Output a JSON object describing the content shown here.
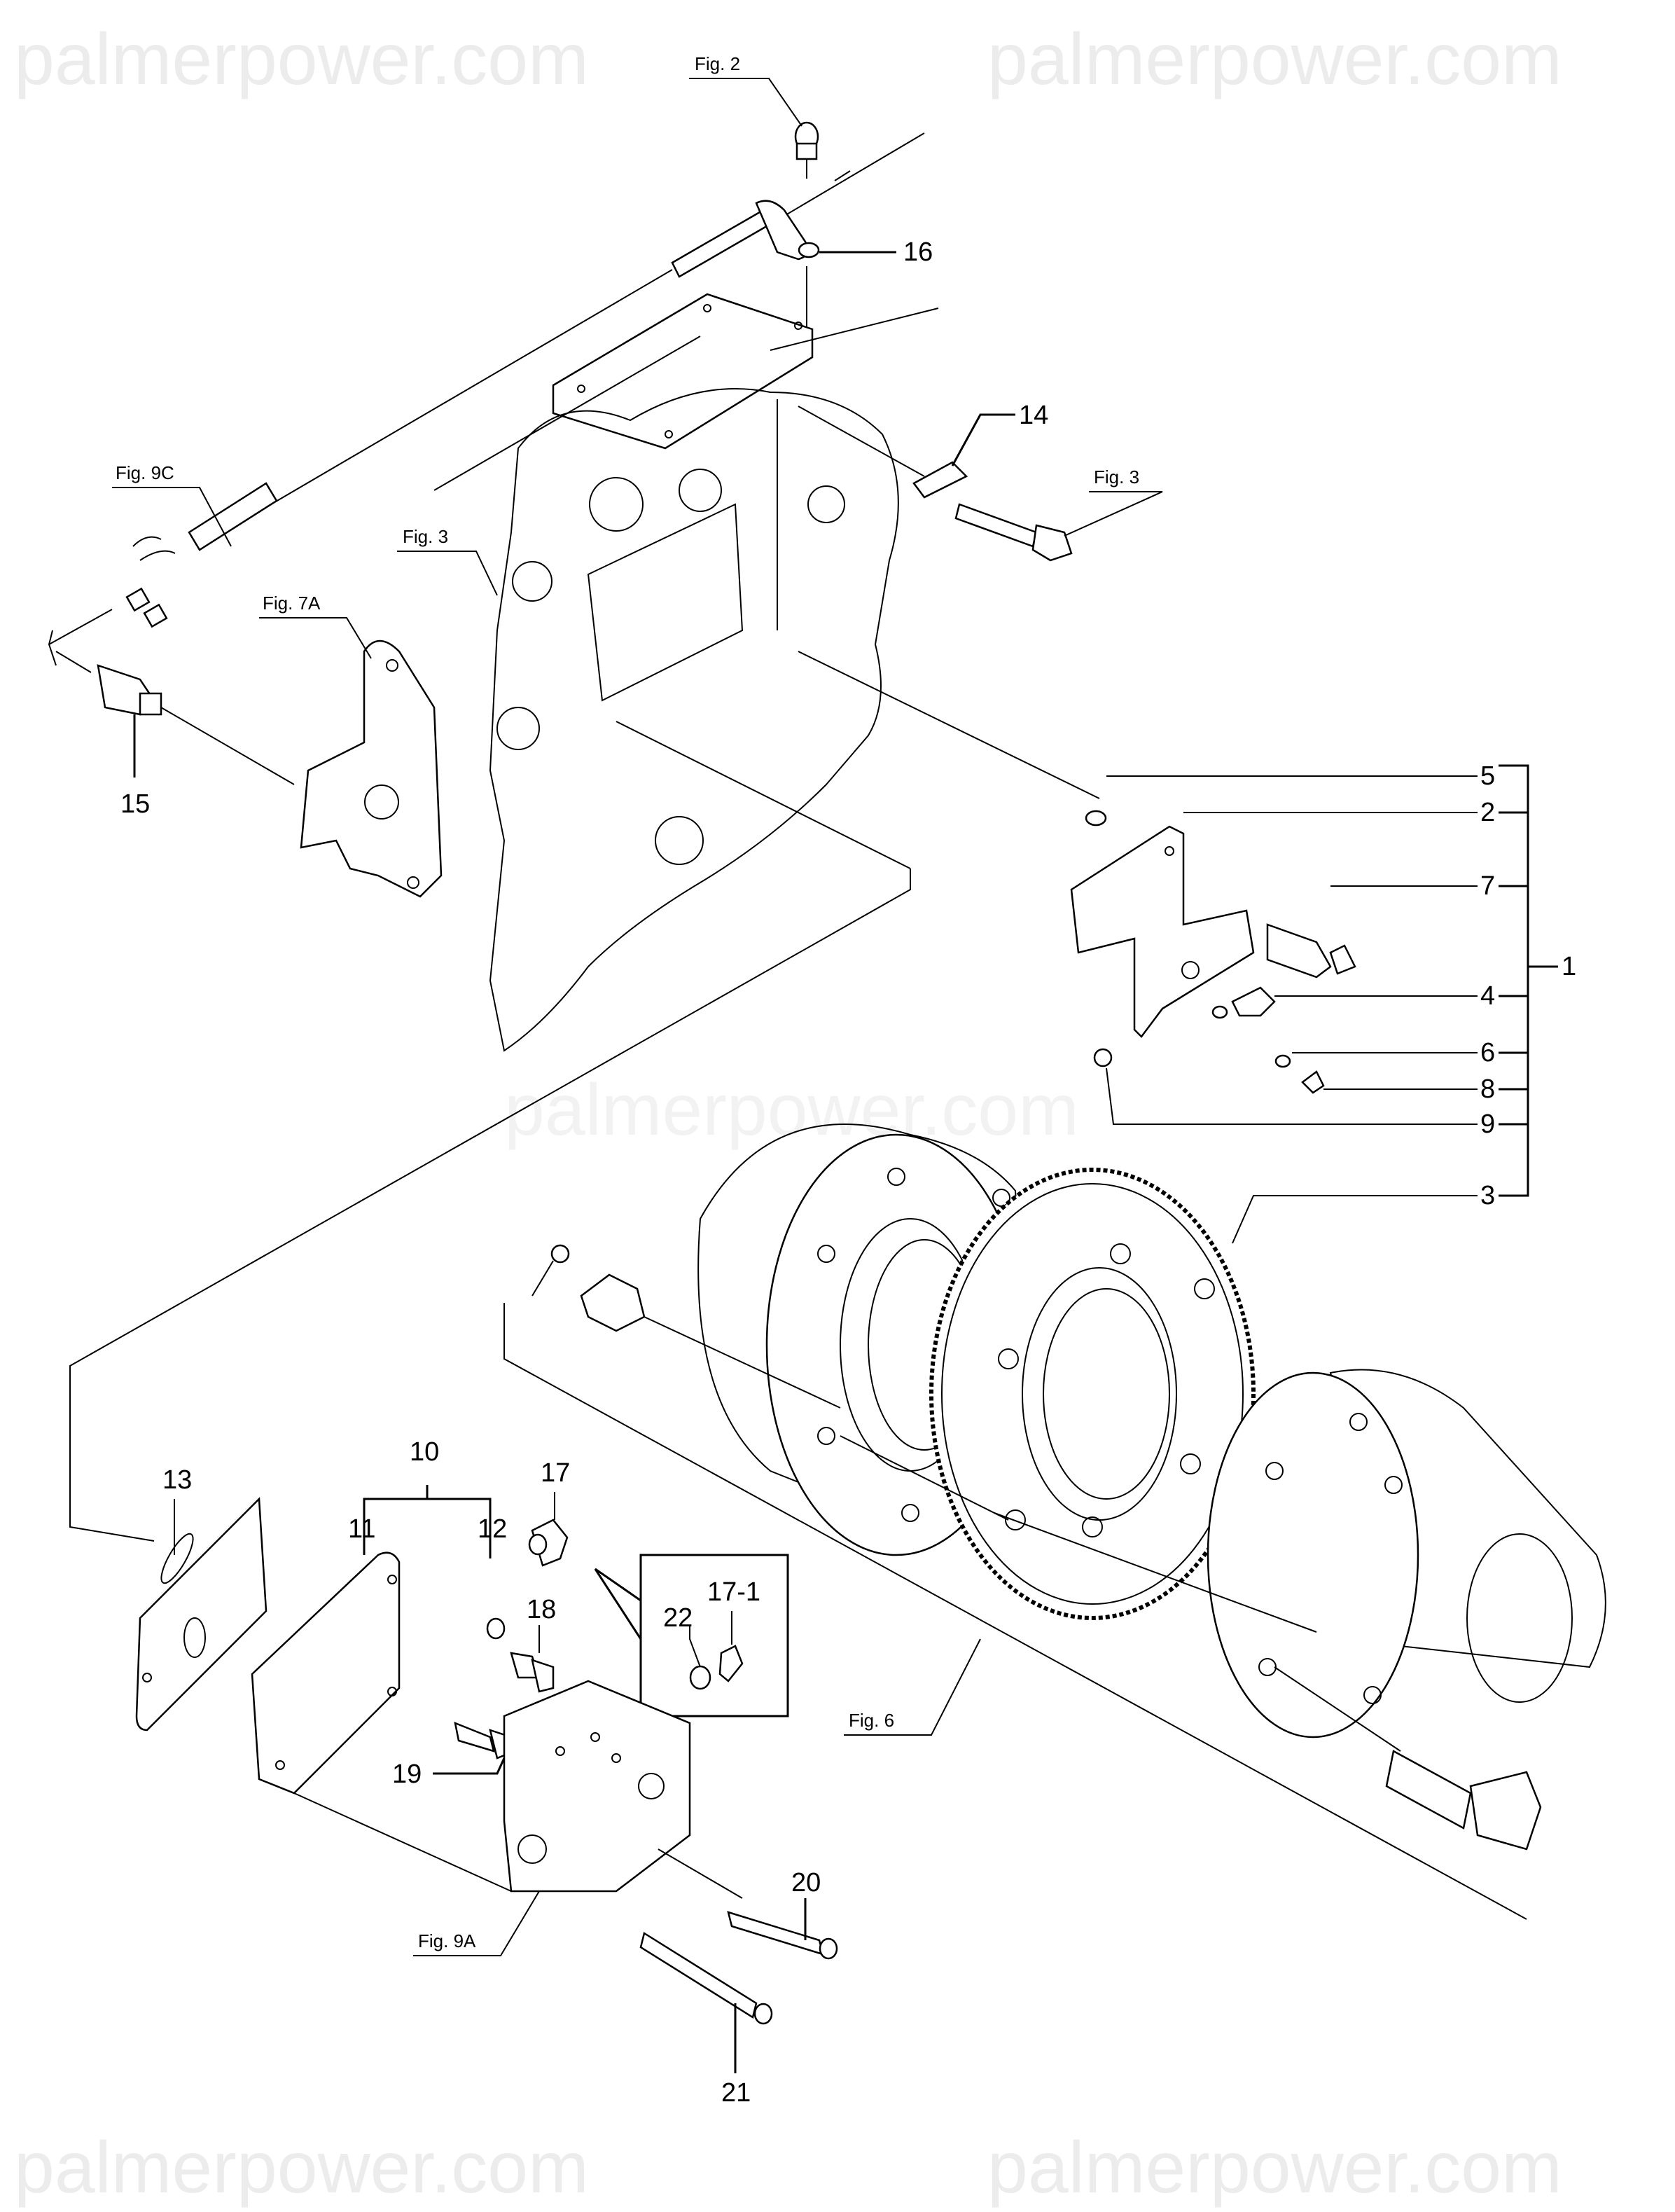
{
  "watermark": {
    "text": "palmerpower.com"
  },
  "figure_refs": {
    "fig2": "Fig. 2",
    "fig9c": "Fig. 9C",
    "fig3_top": "Fig. 3",
    "fig3_right": "Fig. 3",
    "fig7a": "Fig. 7A",
    "fig6": "Fig. 6",
    "fig9a": "Fig. 9A"
  },
  "callouts": {
    "p1": "1",
    "p2": "2",
    "p3": "3",
    "p4": "4",
    "p5": "5",
    "p6": "6",
    "p7": "7",
    "p8": "8",
    "p9": "9",
    "p10": "10",
    "p11": "11",
    "p12": "12",
    "p13": "13",
    "p14": "14",
    "p15": "15",
    "p16": "16",
    "p17": "17",
    "p17_1": "17-1",
    "p18": "18",
    "p19": "19",
    "p20": "20",
    "p21": "21",
    "p22": "22"
  }
}
